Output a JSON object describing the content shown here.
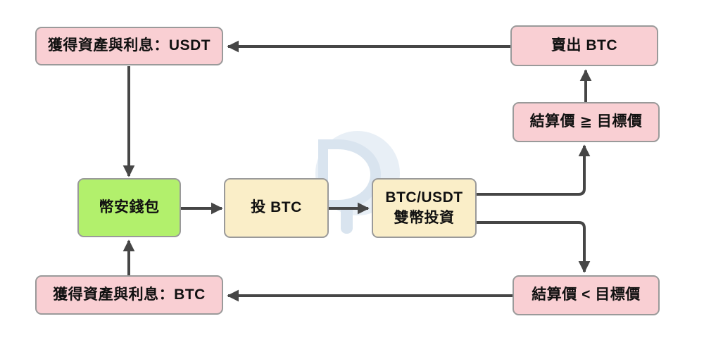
{
  "diagram": {
    "title": "BTC/USDT dual currency investment flow",
    "background_color": "#ffffff",
    "arrow_color": "#464646",
    "box_border_color": "#9a9a9a",
    "text_color": "#111111",
    "watermark": {
      "letter": "D",
      "circle_color": "#e8eff6",
      "letter_ring_color": "#d9e4ef",
      "counter_color": "#ffffff"
    },
    "nodes": {
      "get_usdt": {
        "label": "獲得資產與利息：USDT",
        "fill": "#f9cfd3"
      },
      "sell_btc": {
        "label": "賣出 BTC",
        "fill": "#f9cfd3"
      },
      "settle_gte": {
        "label": "結算價 ≧ 目標價",
        "fill": "#f9cfd3"
      },
      "wallet": {
        "label": "幣安錢包",
        "fill": "#b2f06c"
      },
      "invest_btc": {
        "label": "投 BTC",
        "fill": "#faeec8"
      },
      "dual_invest": {
        "label_line1": "BTC/USDT",
        "label_line2": "雙幣投資",
        "fill": "#faeec8"
      },
      "get_btc": {
        "label": "獲得資產與利息：BTC",
        "fill": "#f9cfd3"
      },
      "settle_lt": {
        "label": "結算價 < 目標價",
        "fill": "#f9cfd3"
      }
    },
    "edges": [
      {
        "from": "sell_btc",
        "to": "get_usdt"
      },
      {
        "from": "get_usdt",
        "to": "wallet"
      },
      {
        "from": "get_btc",
        "to": "wallet"
      },
      {
        "from": "wallet",
        "to": "invest_btc"
      },
      {
        "from": "invest_btc",
        "to": "dual_invest"
      },
      {
        "from": "dual_invest",
        "to": "settle_gte"
      },
      {
        "from": "settle_gte",
        "to": "sell_btc"
      },
      {
        "from": "dual_invest",
        "to": "settle_lt"
      },
      {
        "from": "settle_lt",
        "to": "get_btc"
      }
    ]
  }
}
